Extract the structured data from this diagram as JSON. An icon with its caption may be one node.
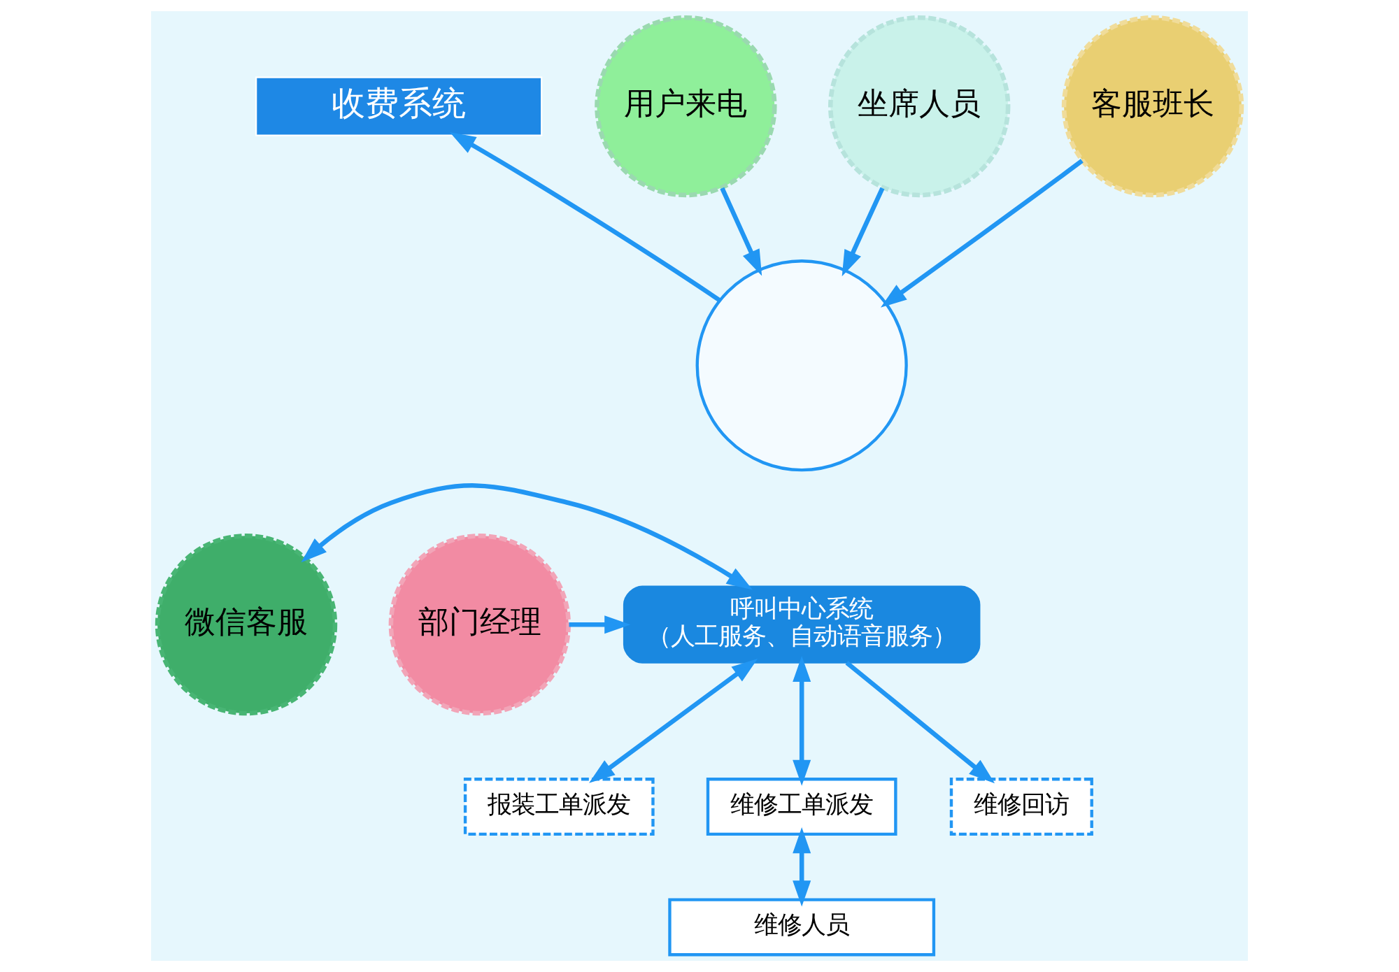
{
  "diagram": {
    "nodes": [
      {
        "text": [
          "收费系统"
        ]
      },
      {
        "text": [
          "用户来电"
        ]
      },
      {
        "text": [
          "坐席人员"
        ]
      },
      {
        "text": [
          "客服班长"
        ]
      },
      {
        "text": [],
        "shape": "picture"
      },
      {
        "text": [
          "微信客服"
        ]
      },
      {
        "text": [
          "呼叫中心系统",
          "（人工服务、自动语音服务）"
        ]
      },
      {
        "text": [
          "部门经理"
        ]
      },
      {
        "text": [
          "报装工单派发"
        ]
      },
      {
        "text": [
          "维修工单派发"
        ]
      },
      {
        "text": [
          "维修回访"
        ]
      },
      {
        "text": [
          "维修人员"
        ]
      }
    ],
    "edges": [
      {
        "from": 4,
        "to": 0,
        "arrow": "to"
      },
      {
        "from": 1,
        "to": 4,
        "arrow": "to"
      },
      {
        "from": 2,
        "to": 4,
        "arrow": "to"
      },
      {
        "from": 3,
        "to": 4,
        "arrow": "to"
      },
      {
        "from": 5,
        "to": 6,
        "arrow": "both"
      },
      {
        "from": 7,
        "to": 6,
        "arrow": "to"
      },
      {
        "from": 6,
        "to": 8,
        "arrow": "both"
      },
      {
        "from": 6,
        "to": 9,
        "arrow": "both"
      },
      {
        "from": 6,
        "to": 10,
        "arrow": "to"
      },
      {
        "from": 9,
        "to": 11,
        "arrow": "both"
      }
    ]
  }
}
